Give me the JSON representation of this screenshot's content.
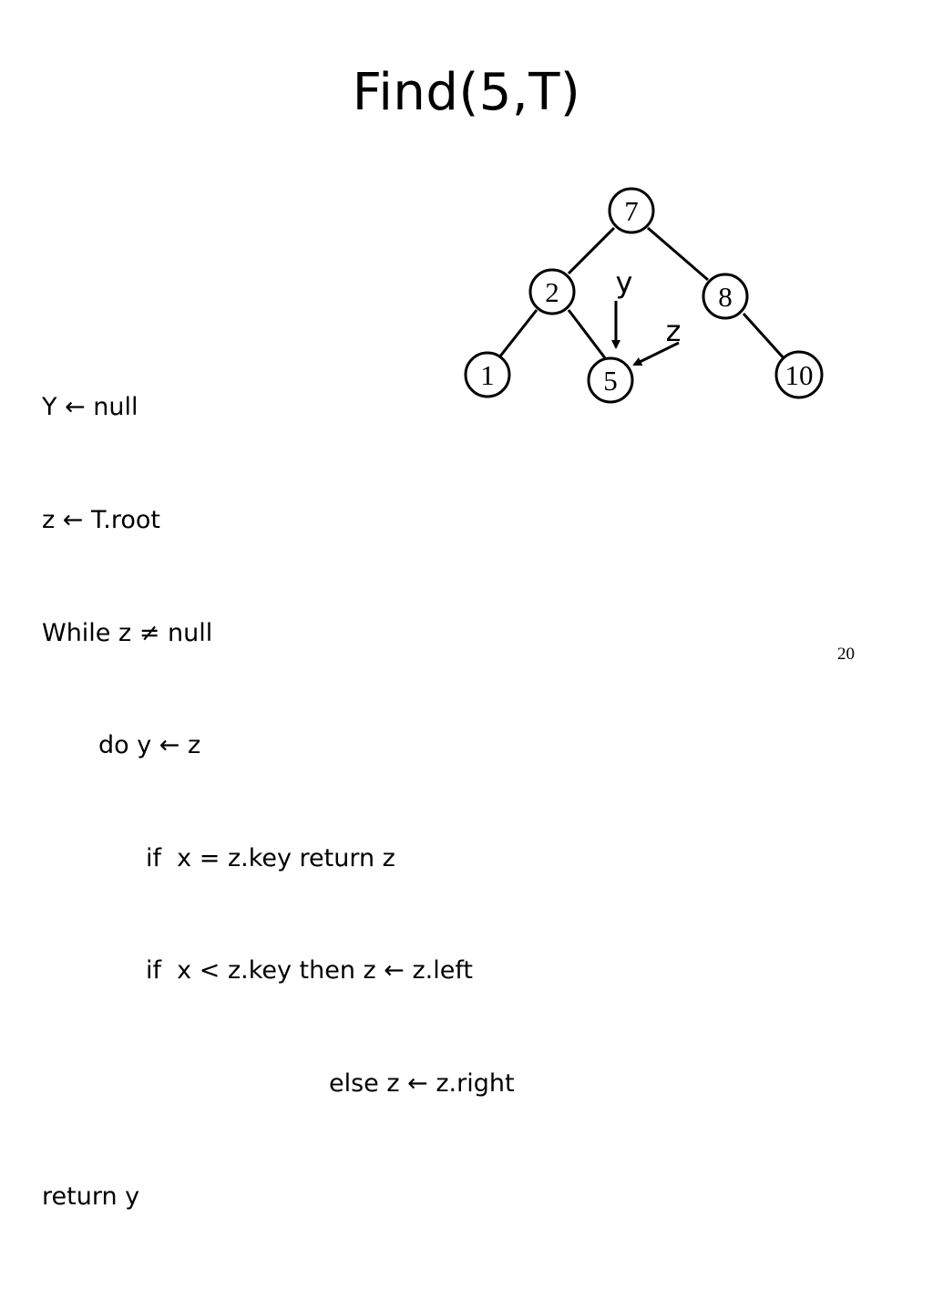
{
  "slide": {
    "title": "Find(5,T)",
    "page_number": "20"
  },
  "code": {
    "lines": [
      "Y ← null",
      "z ← T.root",
      "While z ≠ null",
      "do y ← z",
      "if  x = z.key return z",
      "if  x < z.key then z ← z.left",
      "else z ← z.right",
      "return y"
    ]
  },
  "tree": {
    "nodes": [
      {
        "id": "n7",
        "label": "7"
      },
      {
        "id": "n2",
        "label": "2"
      },
      {
        "id": "n8",
        "label": "8"
      },
      {
        "id": "n1",
        "label": "1"
      },
      {
        "id": "n5",
        "label": "5"
      },
      {
        "id": "n10",
        "label": "10"
      }
    ],
    "pointers": {
      "y": "y",
      "z": "z"
    }
  }
}
